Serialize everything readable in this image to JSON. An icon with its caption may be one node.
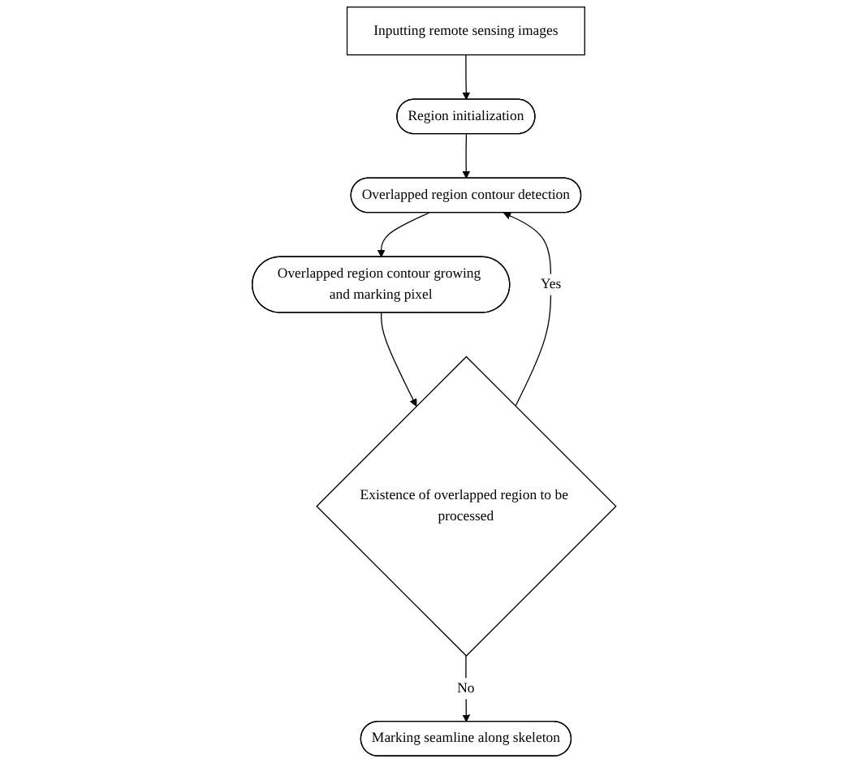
{
  "diagram": {
    "nodes": [
      {
        "text": [
          "Inputting remote sensing images"
        ]
      },
      {
        "text": [
          "Region initialization"
        ]
      },
      {
        "text": [
          "Overlapped region contour detection"
        ]
      },
      {
        "text": [
          "Overlapped region contour growing and marking pixel"
        ]
      },
      {
        "text": [
          "Existence of overlapped region to be processed"
        ]
      },
      {
        "text": [
          "Marking seamline along skeleton"
        ]
      }
    ],
    "edges": [
      {
        "from": 0,
        "to": 1,
        "arrow": "to"
      },
      {
        "from": 1,
        "to": 2,
        "arrow": "to"
      },
      {
        "from": 2,
        "to": 3,
        "arrow": "to"
      },
      {
        "from": 3,
        "to": 4,
        "arrow": "to"
      },
      {
        "from": 4,
        "to": 2,
        "arrow": "to",
        "label": "Yes"
      },
      {
        "from": 4,
        "to": 5,
        "arrow": "to",
        "label": "No"
      }
    ]
  }
}
